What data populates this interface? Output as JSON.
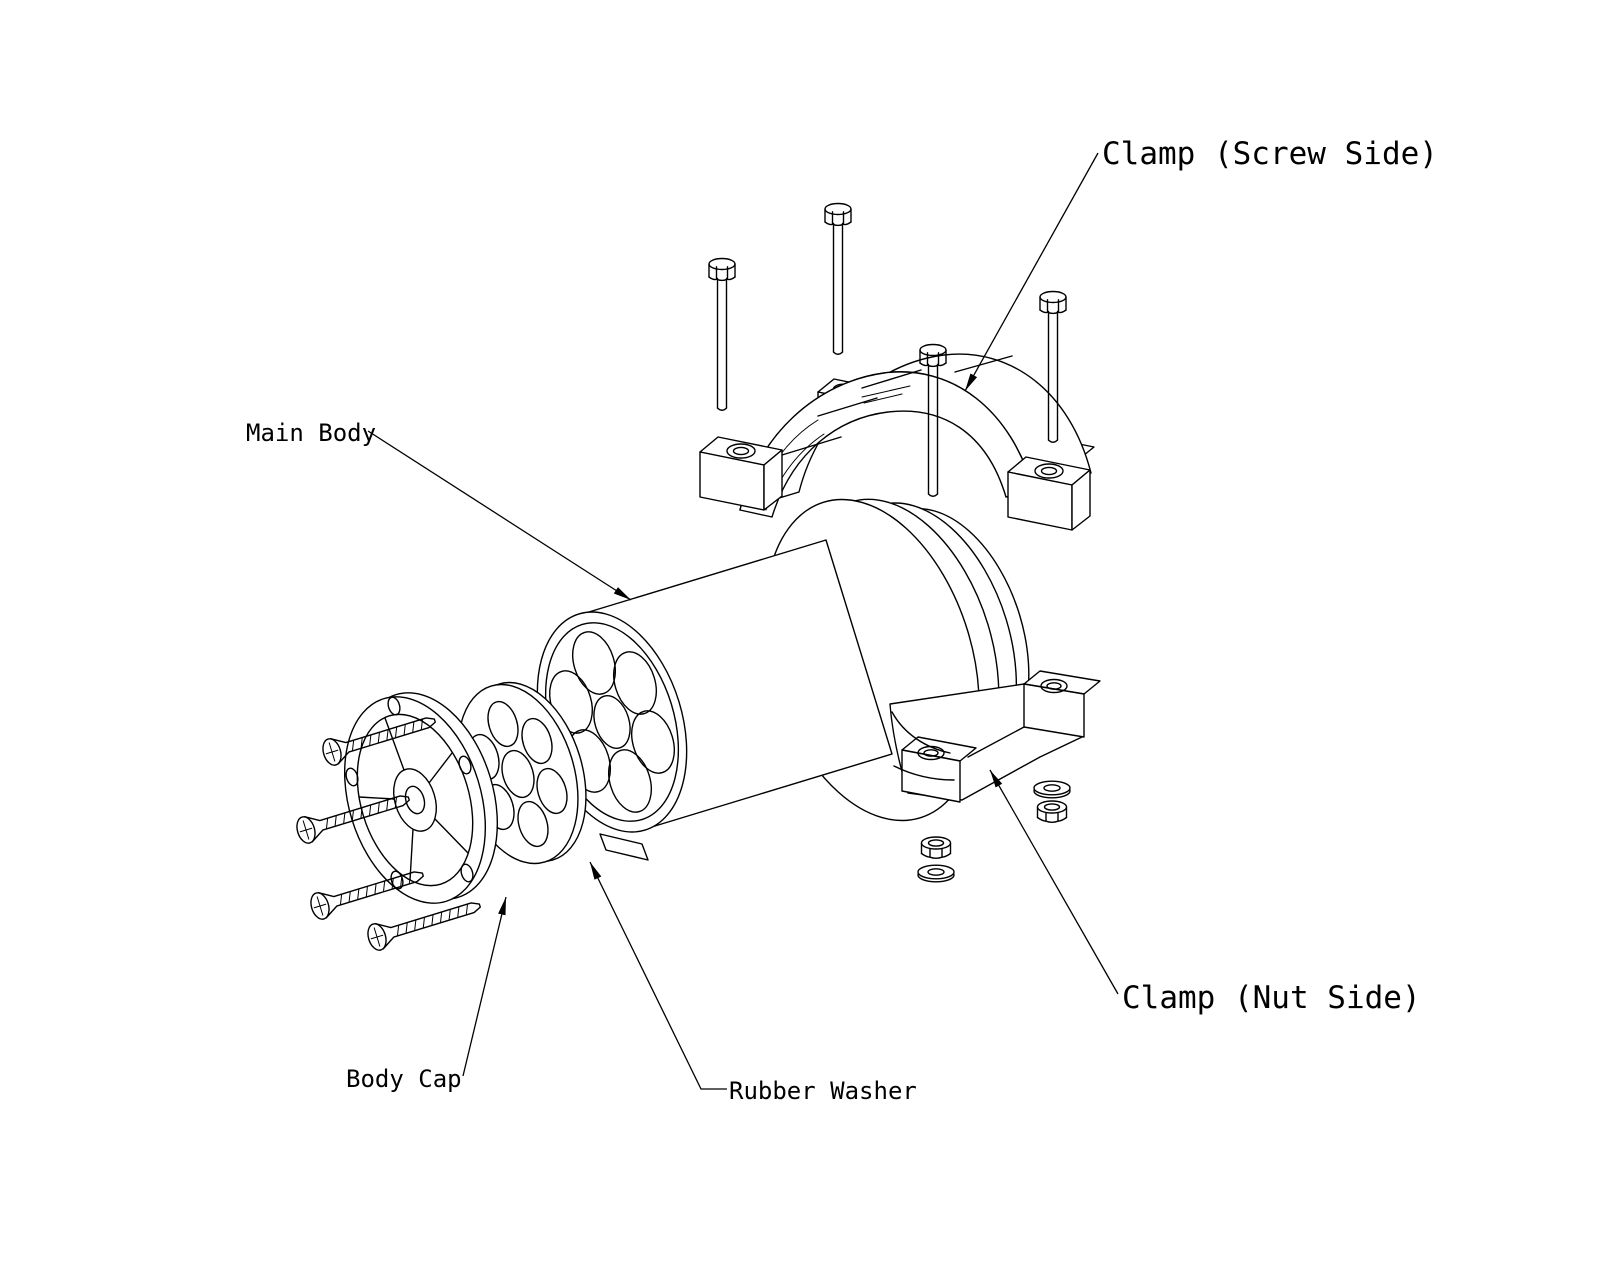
{
  "page": {
    "background": "#ffffff",
    "line_color": "#000000",
    "text_color": "#000000"
  },
  "diagram": {
    "type": "exploded-assembly-drawing",
    "labels": [
      {
        "id": "clamp-screw-side",
        "text": "Clamp (Screw Side)"
      },
      {
        "id": "main-body",
        "text": "Main Body"
      },
      {
        "id": "clamp-nut-side",
        "text": "Clamp (Nut Side)"
      },
      {
        "id": "body-cap",
        "text": "Body Cap"
      },
      {
        "id": "rubber-washer",
        "text": "Rubber Washer"
      }
    ]
  }
}
